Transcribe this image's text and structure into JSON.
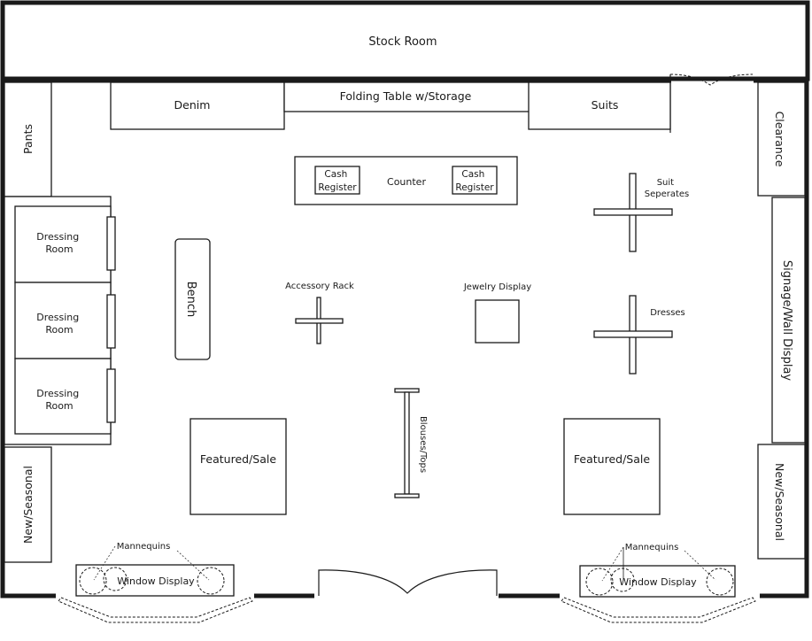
{
  "title": "Retail Store Floor Plan",
  "rooms": {
    "stock_room": "Stock Room"
  },
  "wall_fixtures": {
    "denim": "Denim",
    "folding_table": "Folding Table w/Storage",
    "suits": "Suits",
    "pants": "Pants",
    "clearance": "Clearance",
    "signage_wall": "Signage/Wall Display",
    "new_seasonal_left": "New/Seasonal",
    "new_seasonal_right": "New/Seasonal"
  },
  "counter": {
    "label": "Counter",
    "register_left": [
      "Cash",
      "Register"
    ],
    "register_right": [
      "Cash",
      "Register"
    ]
  },
  "dressing_rooms": [
    [
      "Dressing",
      "Room"
    ],
    [
      "Dressing",
      "Room"
    ],
    [
      "Dressing",
      "Room"
    ]
  ],
  "floor_fixtures": {
    "bench": "Bench",
    "accessory_rack": "Accessory Rack",
    "jewelry_display": "Jewelry Display",
    "suit_separates": [
      "Suit",
      "Seperates"
    ],
    "dresses": "Dresses",
    "blouses_tops": "Blouses/Tops",
    "featured_left": "Featured/Sale",
    "featured_right": "Featured/Sale"
  },
  "windows": {
    "left": {
      "label": "Window Display",
      "mannequins_label": "Mannequins"
    },
    "right": {
      "label": "Window Display",
      "mannequins_label": "Mannequins"
    }
  }
}
